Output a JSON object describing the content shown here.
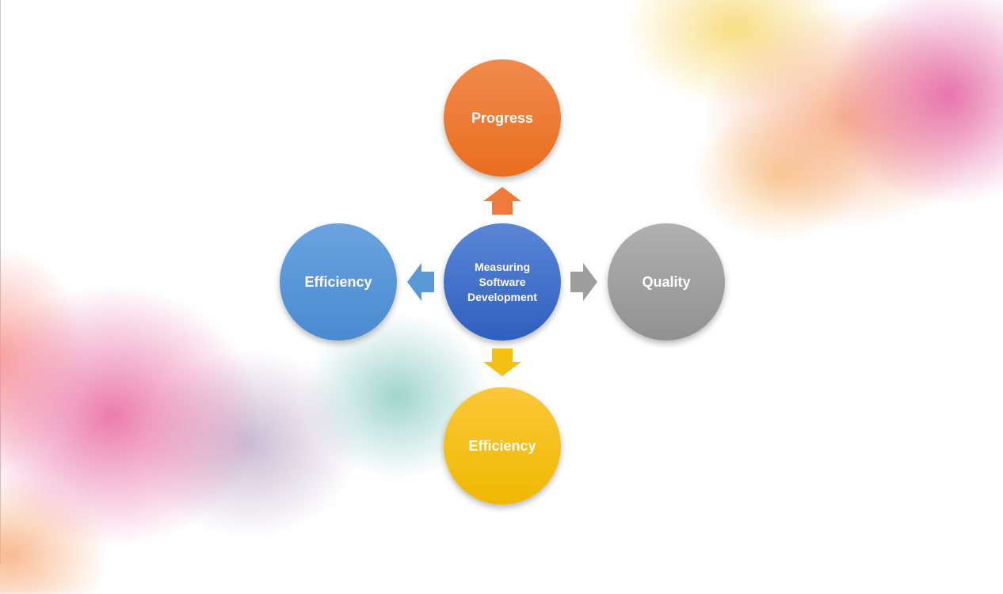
{
  "diagram": {
    "center": {
      "label": "Measuring Software Development"
    },
    "nodes": {
      "top": {
        "label": "Progress",
        "color": "#ea6e1e"
      },
      "right": {
        "label": "Quality",
        "color": "#919191"
      },
      "bottom": {
        "label": "Efficiency",
        "color": "#f0b800"
      },
      "left": {
        "label": "Efficiency",
        "color": "#4a8ad0"
      }
    },
    "center_color": "#2f5fbf"
  }
}
